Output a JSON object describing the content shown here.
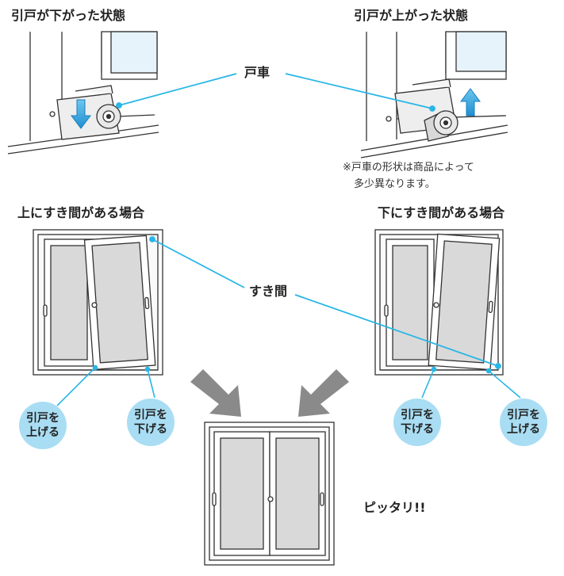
{
  "titles": {
    "lowered": "引戸が下がった状態",
    "raised": "引戸が上がった状態",
    "gap_top": "上にすき間がある場合",
    "gap_bottom": "下にすき間がある場合"
  },
  "labels": {
    "roller": "戸車",
    "gap": "すき間",
    "perfect": "ピッタリ!!"
  },
  "note": {
    "line1": "※戸車の形状は商品によって",
    "line2": "多少異なります。"
  },
  "bubbles": {
    "left_raise": {
      "line1": "引戸を",
      "line2": "上げる"
    },
    "left_lower": {
      "line1": "引戸を",
      "line2": "下げる"
    },
    "right_lower": {
      "line1": "引戸を",
      "line2": "下げる"
    },
    "right_raise": {
      "line1": "引戸を",
      "line2": "上げる"
    }
  },
  "colors": {
    "callout": "#29b6e6",
    "bubble": "#a9ddf3",
    "arrow": "#8a8a8a",
    "pane": "#d9d9d9"
  }
}
